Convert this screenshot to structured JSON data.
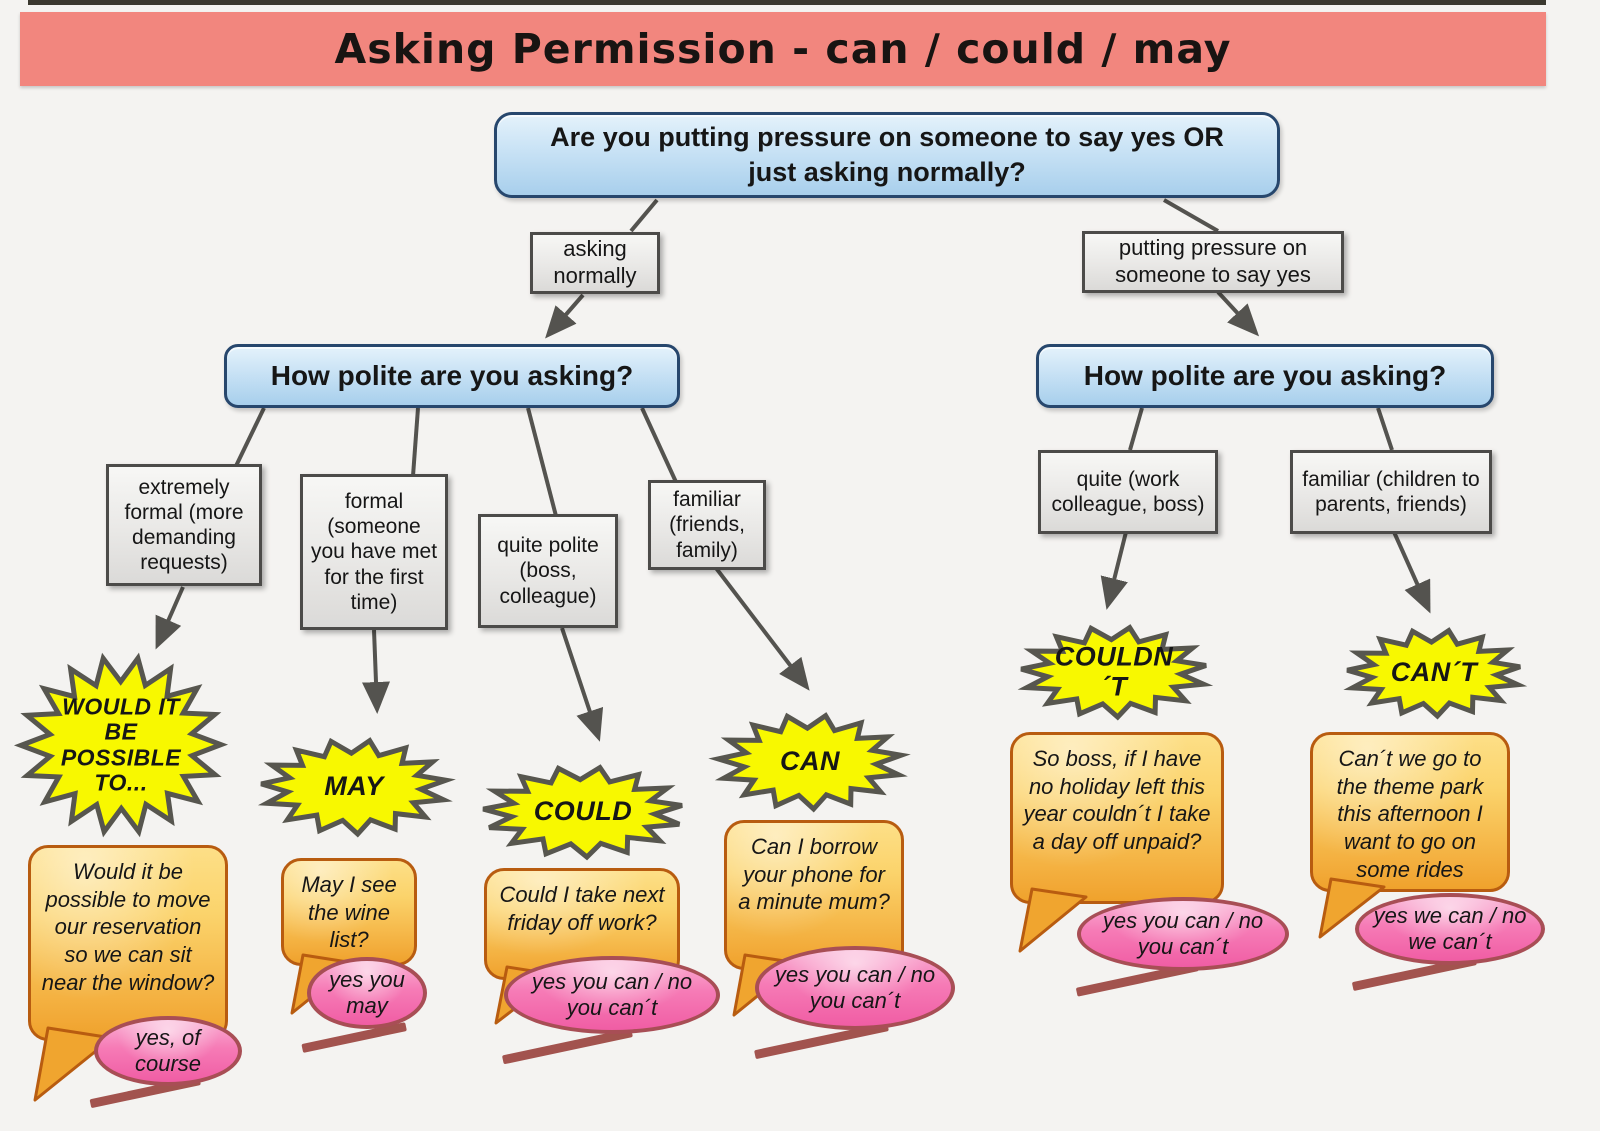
{
  "page": {
    "title": "Asking Permission - can / could / may"
  },
  "flow": {
    "root_question": "Are you putting pressure on someone to say yes OR just asking normally?",
    "left_branch_label": "asking normally",
    "right_branch_label": "putting pressure on someone to say yes",
    "left_politeness_question": "How polite are you asking?",
    "right_politeness_question": "How polite are you asking?"
  },
  "left_branch": {
    "categories": [
      {
        "context": "extremely formal (more demanding requests)",
        "modal": "WOULD IT BE POSSIBLE TO...",
        "example": "Would it be possible to move our reservation so we can sit near the window?",
        "response": "yes, of course"
      },
      {
        "context": "formal (someone you have met for the first time)",
        "modal": "MAY",
        "example": "May I see the wine list?",
        "response": "yes you may"
      },
      {
        "context": "quite polite (boss, colleague)",
        "modal": "COULD",
        "example": "Could I take next friday off work?",
        "response": "yes you can / no you can´t"
      },
      {
        "context": "familiar (friends, family)",
        "modal": "CAN",
        "example": "Can I borrow your phone for a minute mum?",
        "response": "yes you can / no you can´t"
      }
    ]
  },
  "right_branch": {
    "categories": [
      {
        "context": "quite (work colleague, boss)",
        "modal": "COULDN´T",
        "example": "So boss, if I have no holiday left this year couldn´t I take a day off unpaid?",
        "response": "yes you can / no you can´t"
      },
      {
        "context": "familiar (children to parents, friends)",
        "modal": "CAN´T",
        "example": "Can´t we go to the theme park this afternoon I want to go on some rides",
        "response": "yes we can / no we can´t"
      }
    ]
  },
  "colors": {
    "title_bar": "#f2867e",
    "question_box_fill": "#bcdaf1",
    "question_box_border": "#27476d",
    "label_box_fill": "#e9e8e6",
    "starburst_fill": "#f8f800",
    "bubble_fill": "#f5b93f",
    "bubble_border": "#b85c10",
    "oval_fill": "#f470ae",
    "oval_border": "#a84e55",
    "connector": "#54534f"
  }
}
